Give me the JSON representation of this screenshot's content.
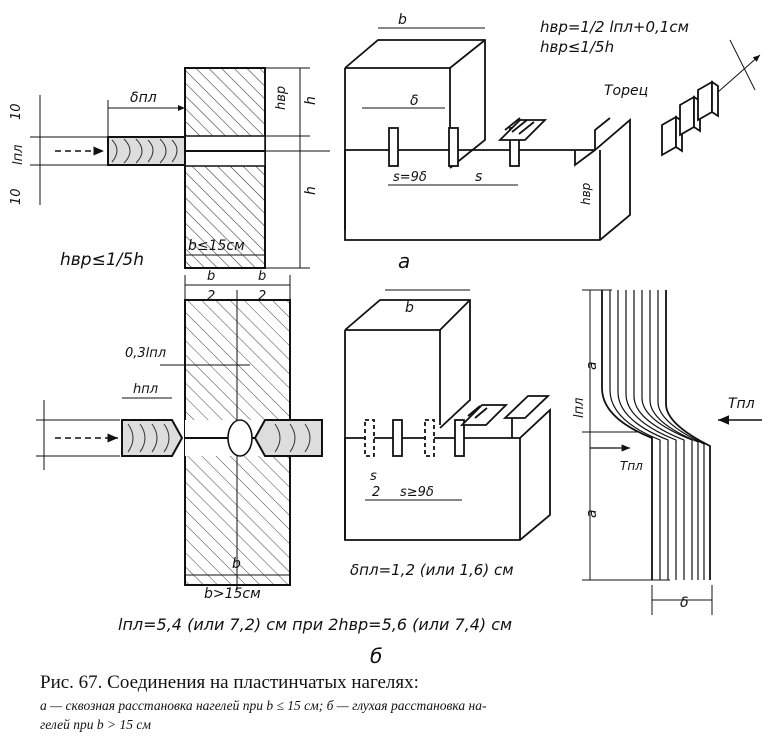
{
  "labels": {
    "formula_h_vr_1": "hвр=1/2 lпл+0,1см",
    "formula_h_vr_2": "hвр≤1/5h",
    "torec": "Торец",
    "n10_top": "10",
    "n10_bottom": "10",
    "l_pl": "lпл",
    "delta_pl": "δпл",
    "h_vr": "hвр",
    "h": "h",
    "delta": "δ",
    "b": "b",
    "s_90": "s=9δ",
    "s": "s",
    "h_vr_small": "hвр",
    "cond_left": "hвр≤1/5h",
    "b_le_15": "b≤15см",
    "label_a": "а",
    "b_half": "b",
    "two": "2",
    "l03": "0,3lпл",
    "h_pl": "hпл",
    "s_half": "s",
    "s_ge_9": "s≥9δ",
    "b_bottom": "b",
    "b_gt_15": "b>15см",
    "delta_pl_eq": "δпл=1,2 (или 1,6) см",
    "formula_bottom": "lпл=5,4 (или 7,2) см при 2hвр=5,6 (или 7,4) см",
    "label_b": "б",
    "a": "а",
    "T_pl": "Tпл",
    "T_pl_small": "Tпл"
  },
  "caption": {
    "title": "Рис. 67. Соединения на пластинчатых нагелях:",
    "line1": "а — сквозная расстановка нагелей при b ≤ 15 см;  б — глухая расстановка на-",
    "line2": "гелей при b > 15 см"
  }
}
